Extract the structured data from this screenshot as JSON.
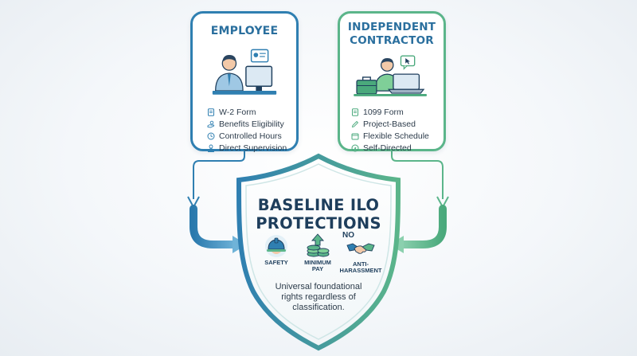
{
  "employee": {
    "title": "EMPLOYEE",
    "items": [
      {
        "label": "W-2 Form",
        "icon": "form-icon"
      },
      {
        "label": "Benefits Eligibility",
        "icon": "benefits-icon"
      },
      {
        "label": "Controlled Hours",
        "icon": "clock-icon"
      },
      {
        "label": "Direct Supervision",
        "icon": "supervisor-icon"
      }
    ],
    "color": "#2f7fb1"
  },
  "contractor": {
    "title_line1": "INDEPENDENT",
    "title_line2": "CONTRACTOR",
    "items": [
      {
        "label": "1099 Form",
        "icon": "form-icon"
      },
      {
        "label": "Project-Based",
        "icon": "pencil-icon"
      },
      {
        "label": "Flexible Schedule",
        "icon": "calendar-icon"
      },
      {
        "label": "Self-Directed",
        "icon": "self-directed-icon"
      }
    ],
    "color": "#5bb58a"
  },
  "shield": {
    "title_line1": "BASELINE ILO",
    "title_line2": "PROTECTIONS",
    "protections": [
      {
        "label": "SAFETY",
        "icon": "hard-hat-icon"
      },
      {
        "label_line1": "MINIMUM",
        "label_line2": "PAY",
        "icon": "money-stack-icon"
      },
      {
        "badge": "NO",
        "label_line1": "ANTI-",
        "label_line2": "HARASSMENT",
        "icon": "handshake-icon"
      }
    ],
    "caption_line1": "Universal foundational",
    "caption_line2": "rights regardless of",
    "caption_line3": "classification."
  },
  "colors": {
    "employee_blue": "#2f7fb1",
    "contractor_green": "#5bb58a",
    "text_dark": "#1e3e5c"
  }
}
